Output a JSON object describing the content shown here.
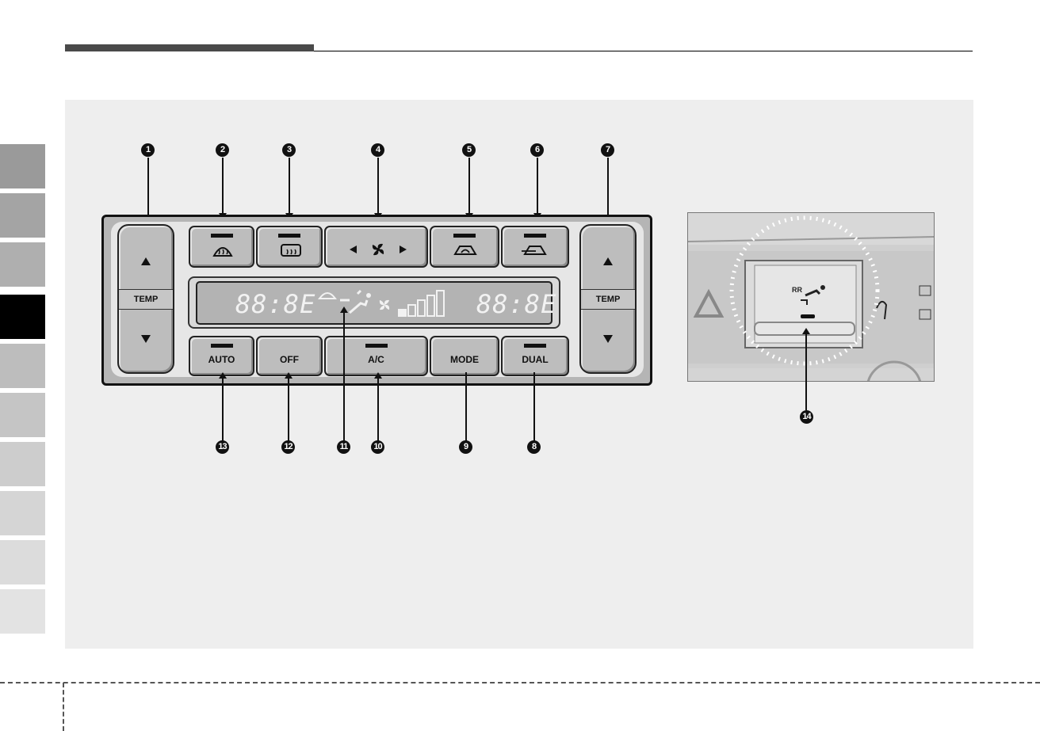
{
  "figure": {
    "panel": {
      "temp_label_left": "TEMP",
      "temp_label_right": "TEMP",
      "buttons_bottom": [
        "AUTO",
        "OFF",
        "A/C",
        "MODE",
        "DUAL"
      ],
      "display": {
        "left_temp": "88:8E",
        "right_temp": "88:8E"
      }
    },
    "photo": {
      "rr_label": "RR"
    },
    "callouts": [
      "1",
      "2",
      "3",
      "4",
      "5",
      "6",
      "7",
      "8",
      "9",
      "10",
      "11",
      "12",
      "13",
      "14"
    ]
  },
  "colors": {
    "tab_active": "#000000",
    "figure_bg": "#eeeeee",
    "panel": "#b5b5b5",
    "button": "#bdbdbd"
  },
  "icons": [
    "front-defrost-icon",
    "rear-defrost-icon",
    "fan-speed-icon",
    "recirculation-icon",
    "fresh-air-icon",
    "seat-heater-icon"
  ]
}
